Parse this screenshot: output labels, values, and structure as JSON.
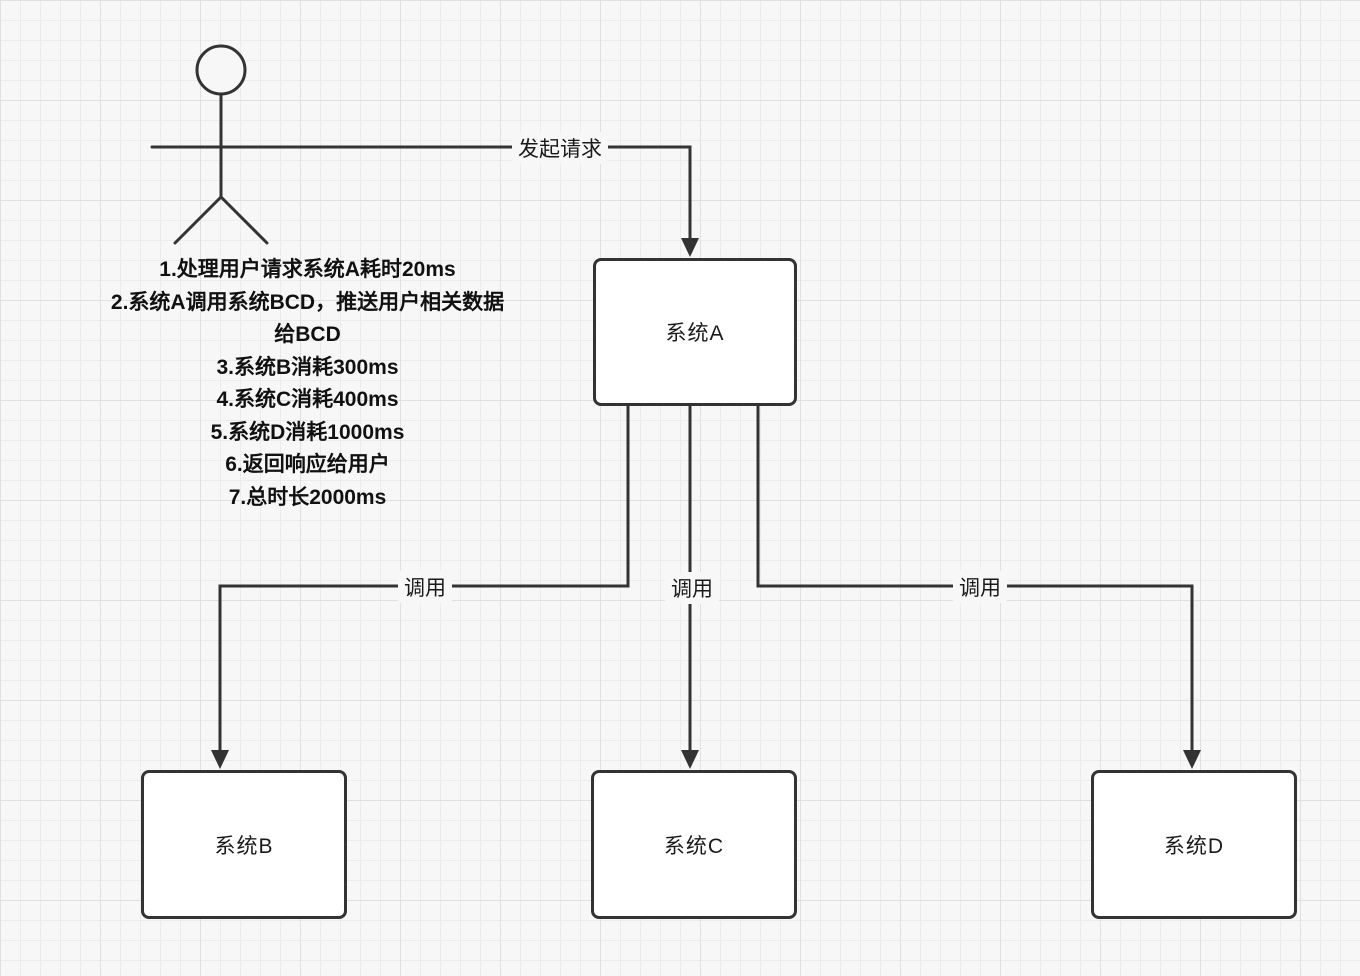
{
  "diagram": {
    "nodes": {
      "system_a": {
        "label": "系统A"
      },
      "system_b": {
        "label": "系统B"
      },
      "system_c": {
        "label": "系统C"
      },
      "system_d": {
        "label": "系统D"
      }
    },
    "edges": {
      "user_to_a": {
        "label": "发起请求"
      },
      "a_to_b": {
        "label": "调用"
      },
      "a_to_c": {
        "label": "调用"
      },
      "a_to_d": {
        "label": "调用"
      }
    },
    "notes": {
      "lines": [
        "1.处理用户请求系统A耗时20ms",
        "2.系统A调用系统BCD，推送用户相关数据",
        "给BCD",
        "3.系统B消耗300ms",
        "4.系统C消耗400ms",
        "5.系统D消耗1000ms",
        "6.返回响应给用户",
        "7.总时长2000ms"
      ]
    },
    "colors": {
      "stroke": "#333333",
      "node_fill": "#ffffff",
      "background": "#f7f7f7",
      "grid_line": "#ececec"
    }
  }
}
